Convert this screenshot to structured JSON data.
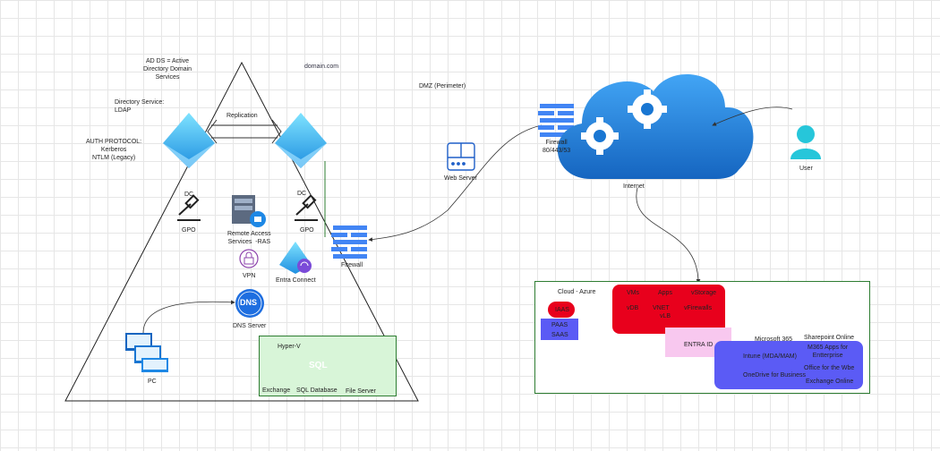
{
  "notes": {
    "adds": "AD DS = Active\nDirectory Domain\nServices",
    "domain": "domain.com",
    "directory_service": "Directory Service:\nLDAP",
    "auth_protocol": "AUTH PROTOCOL:\nKerberos\nNTLM (Legacy)",
    "dmz": "DMZ (Perimeter)"
  },
  "onprem": {
    "replication": "Replication",
    "dc_left": "DC",
    "dc_right": "DC",
    "gpo_left": "GPO",
    "gpo_right": "GPO",
    "ras": "Remote Access\nServices  -RAS",
    "vpn": "VPN",
    "entra_connect": "Entra Connect",
    "dns_server": "DNS Server",
    "dns_icon_text": "DNS",
    "pc": "PC",
    "firewall": "Firewall",
    "web_server": "Web Server"
  },
  "hyperv": {
    "title": "Hyper-V",
    "items": [
      "Exchange",
      "SQL Database",
      "File Server"
    ],
    "sql_icon_text": "SQL"
  },
  "internet": {
    "firewall": "Firewall\n80/443/53",
    "label": "Internet",
    "user": "User"
  },
  "azure": {
    "title": "Cloud - Azure",
    "iaas": "IAAS",
    "paas": "PAAS",
    "saas": "SAAS",
    "red_items": [
      "VMs",
      "Apps",
      "vStorage",
      "vDB",
      "VNET",
      "vFirewalls",
      "vLB"
    ],
    "entra_id": "ENTRA ID",
    "m365_title": "Microsoft 365",
    "sharepoint": "Sharepoint Online",
    "m365_items": [
      "M365 Apps for\nEntterprise",
      "Intune (MDA/MAM)",
      "Office for the Wbe",
      "OneDrive for Business",
      "Exchange Online"
    ]
  },
  "colors": {
    "cloud": "#1e88e5",
    "firewall": "#4285f4",
    "red": "#e8001c",
    "purple": "#5b5bf5",
    "pink": "#f8c8ef",
    "hyperv_bg": "#d8f5d8",
    "azure_border": "#2e7d32"
  }
}
